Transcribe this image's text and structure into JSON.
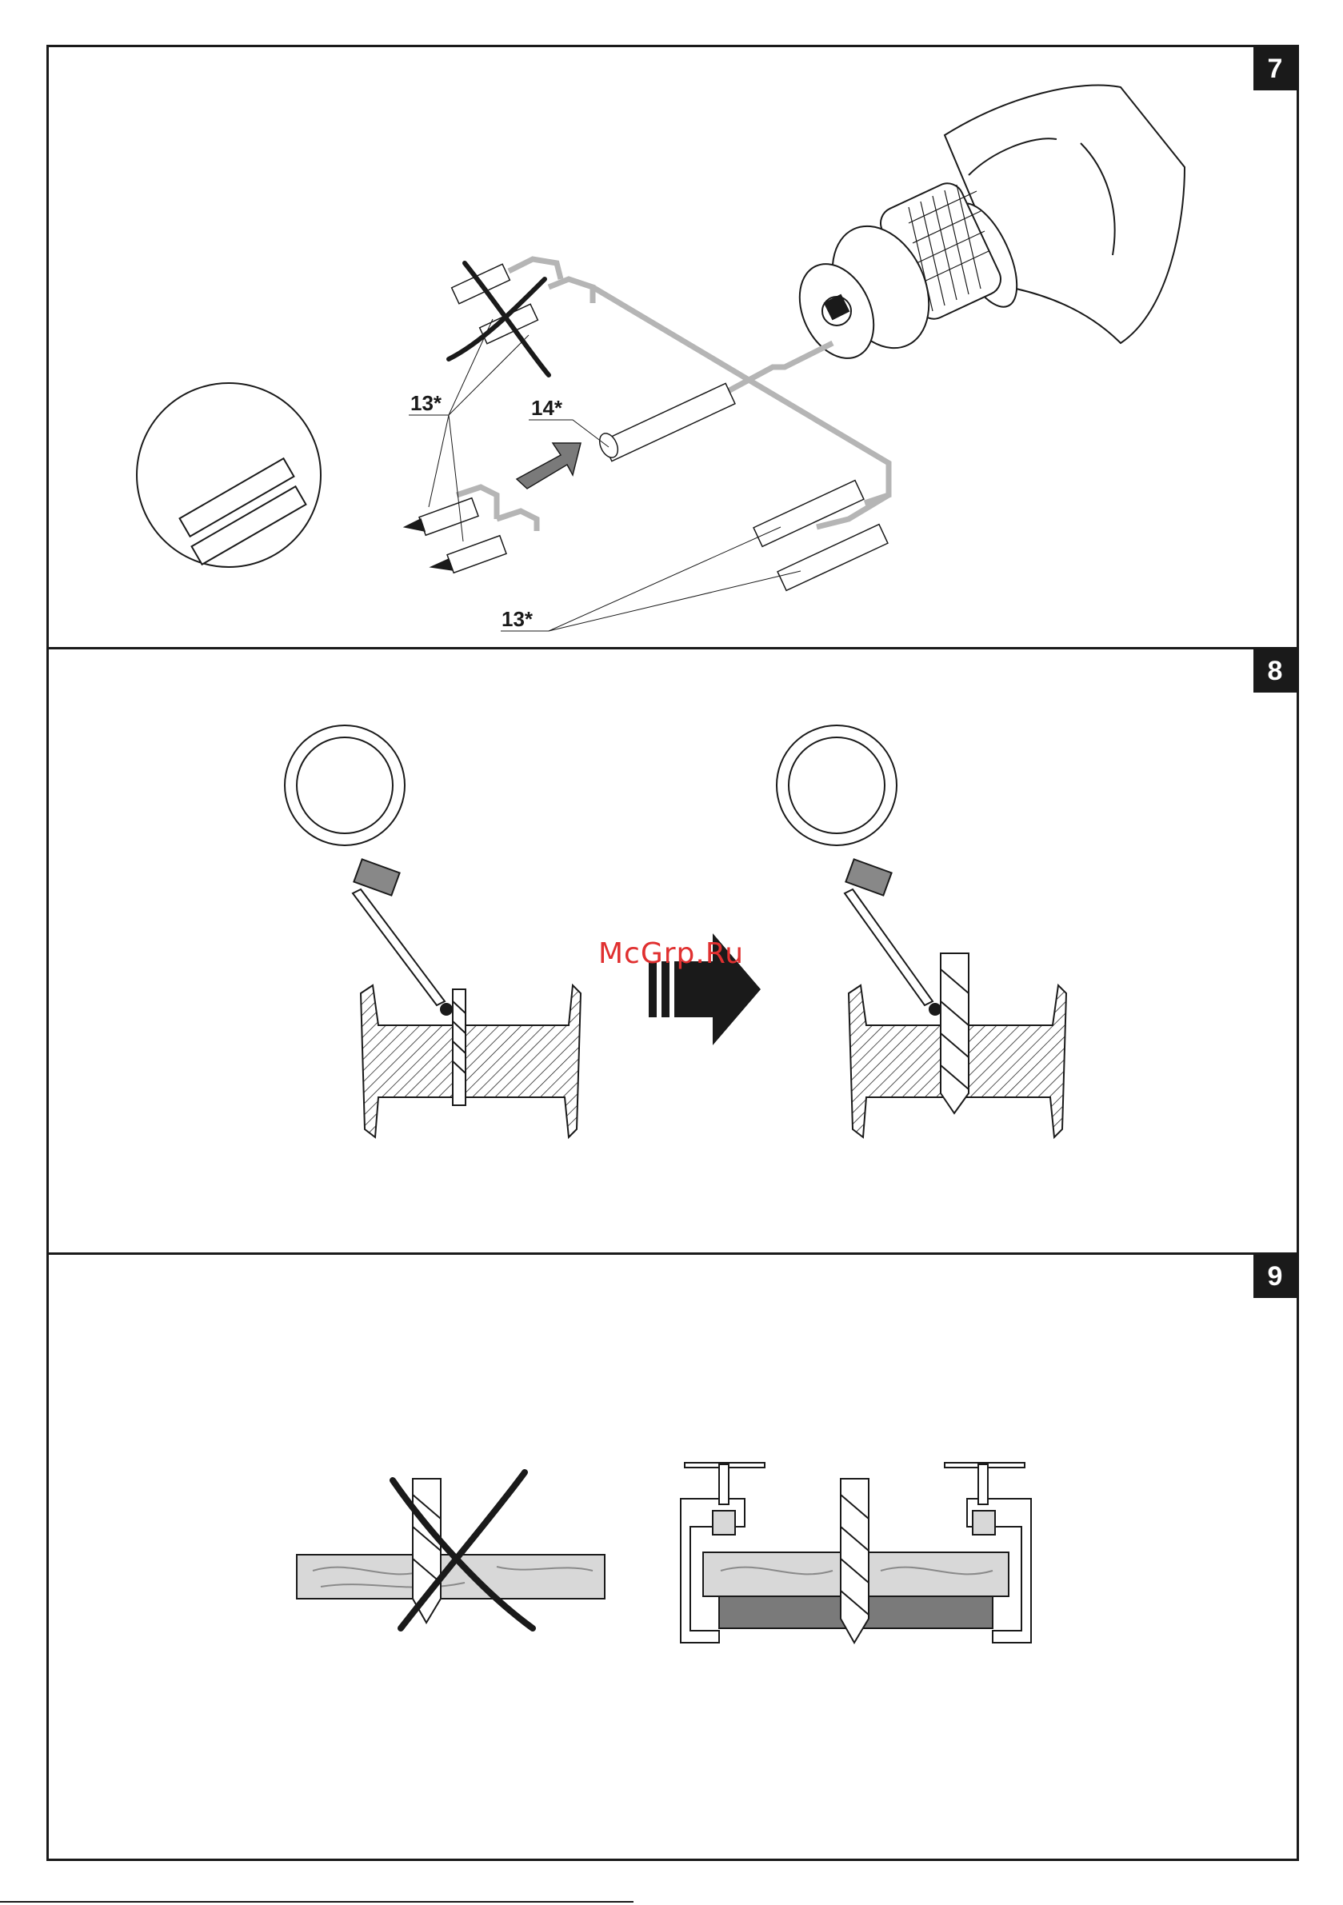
{
  "figures": [
    {
      "number": "7",
      "callouts": [
        "13*",
        "14*",
        "13*"
      ]
    },
    {
      "number": "8"
    },
    {
      "number": "9"
    }
  ],
  "watermark": "McGrp.Ru",
  "colors": {
    "line": "#1a1a1a",
    "gray_arrow": "#b5b5b5",
    "watermark": "#e03030"
  }
}
